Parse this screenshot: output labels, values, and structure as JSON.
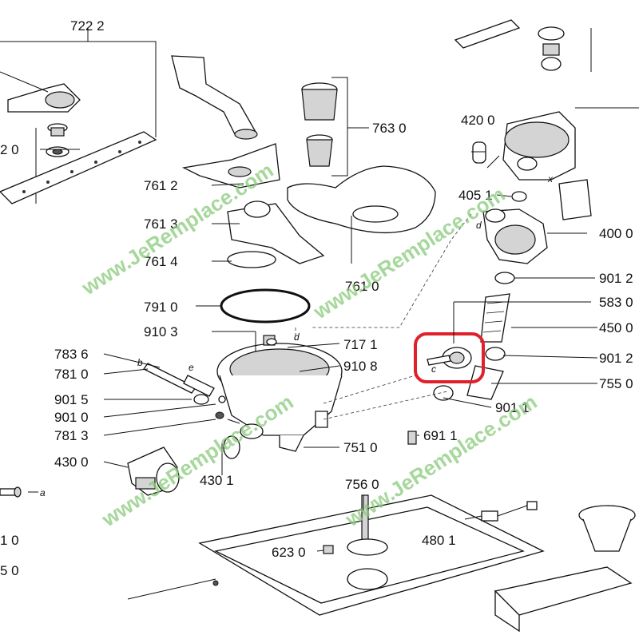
{
  "diagram": {
    "labels": {
      "l7222": "722 2",
      "l7630": "763 0",
      "l4200": "420 0",
      "l20": "2 0",
      "l7612": "761 2",
      "l4051": "405 1",
      "l7613": "761 3",
      "l4000": "400 0",
      "l7614": "761 4",
      "l7610": "761 0",
      "l9012a": "901 2",
      "l7910": "791 0",
      "l5830": "583 0",
      "l9103": "910 3",
      "l4500": "450 0",
      "l7836": "783 6",
      "l7171": "717 1",
      "l9012b": "901 2",
      "l7810": "781 0",
      "l9108": "910 8",
      "l7550": "755 0",
      "l9015": "901 5",
      "l9011": "901 1",
      "l9010": "901 0",
      "l7813": "781 3",
      "l6911": "691 1",
      "l7510": "751 0",
      "l4300": "430 0",
      "l4301": "430 1",
      "l7560": "756 0",
      "l4801": "480 1",
      "l10": "1 0",
      "l6230": "623 0",
      "l50": "5 0",
      "la": "a",
      "lb": "b",
      "le": "e",
      "lc": "c",
      "ld1": "d",
      "ld2": "d",
      "lx": "x"
    },
    "watermark": "www.JeRemplace.com",
    "highlight_color": "#e0202a",
    "watermark_color": "#88c97a"
  }
}
